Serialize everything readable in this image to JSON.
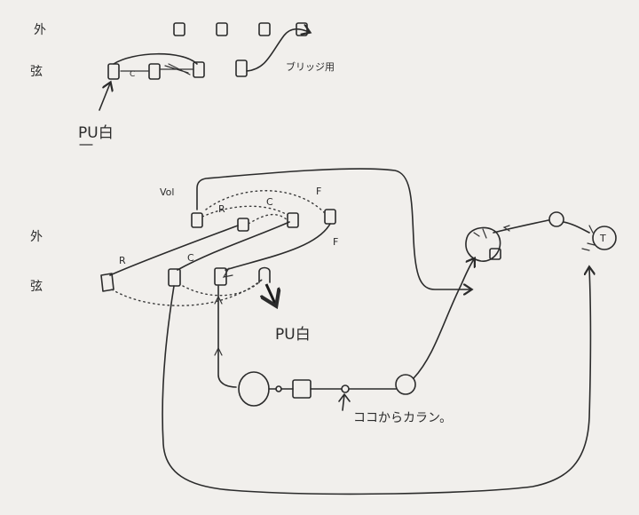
{
  "labels": {
    "top_outer_row": "外",
    "top_string_row": "弦",
    "top_pu_direction": "PU白",
    "bridge_use": "ブリッジ用",
    "lower_outer_row": "外",
    "lower_string_row": "弦",
    "vol": "Vol",
    "r_upper": "R",
    "c_upper": "C",
    "f_upper": "F",
    "f_right": "F",
    "r_lower": "R",
    "c_lower": "C",
    "lower_pu_direction": "PU白",
    "cut_here": "ココからカラン。",
    "pot_t": "T"
  }
}
